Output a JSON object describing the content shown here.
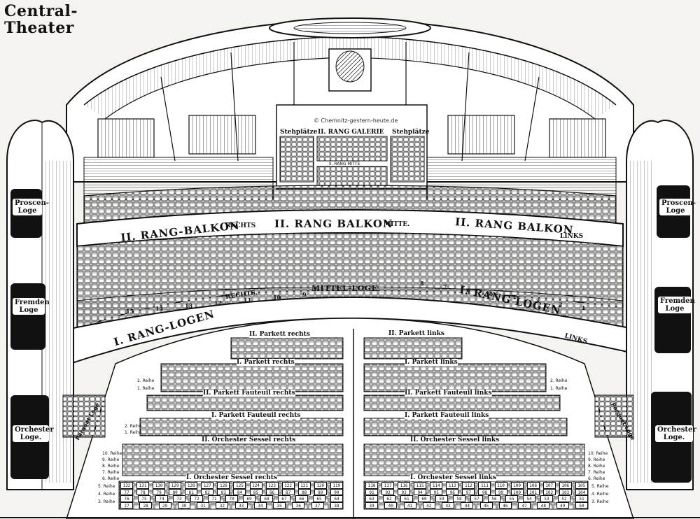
{
  "title": {
    "line1": "Central-",
    "line2": "Theater"
  },
  "copyright": "© Chemnitz-gestern-heute.de",
  "galerie": {
    "left": "Stehplätze",
    "center": "II. RANG GALERIE",
    "right": "Stehplätze",
    "sub": "II. RANG MITTE"
  },
  "balkon": {
    "left": "II. RANG-BALKON",
    "left_side": "RECHTS",
    "center": "II. RANG BALKON",
    "center_side": "MITTE.",
    "right": "II. RANG BALKON",
    "right_side": "LINKS"
  },
  "logen": {
    "left": "I. RANG-LOGEN",
    "left_side": "RECHTS.",
    "center": "MITTEL-LOGE.",
    "right": "I. RANG LOGEN",
    "right_side": "LINKS."
  },
  "side_boxes": {
    "left": [
      "Proscen-Loge",
      "Fremden Loge",
      "Orchester Loge."
    ],
    "right": [
      "Proscen-Loge",
      "Fremden Loge",
      "Orchester Loge."
    ],
    "parquet_left": "Parquet Loge",
    "parquet_right": "Parquet Loge"
  },
  "parkett_sections": {
    "left": [
      "II. Parkett rechts",
      "I. Parkett rechts",
      "II. Parkett Fauteuil rechts",
      "I. Parkett Fauteuil rechts",
      "II. Orchester Sessel rechts",
      "I. Orchester Sessel rechts"
    ],
    "right": [
      "II. Parkett links",
      "I. Parkett links",
      "II. Parkett Fauteuil links",
      "I. Parkett Fauteuil links",
      "II. Orchester Sessel links",
      "I. Orchester Sessel links"
    ]
  },
  "reihe_labels": [
    "4. Reihe",
    "3. Reihe",
    "2. Reihe",
    "1. Reihe",
    "10. Reihe",
    "9. Reihe",
    "8. Reihe",
    "7. Reihe",
    "6. Reihe",
    "5. Reihe"
  ],
  "orchestra_sessel_left_rows": [
    [
      "132",
      "131",
      "130",
      "129",
      "128",
      "127",
      "126",
      "125",
      "124",
      "123",
      "122",
      "121",
      "120",
      "119"
    ],
    [
      "77",
      "78",
      "79",
      "80",
      "81",
      "82",
      "83",
      "84",
      "85",
      "86",
      "87",
      "88",
      "89",
      "90"
    ],
    [
      "76",
      "75",
      "74",
      "73",
      "72",
      "71",
      "70",
      "69",
      "68",
      "67",
      "66",
      "65",
      "64"
    ],
    [
      "27",
      "28",
      "29",
      "30",
      "31",
      "32",
      "33",
      "34",
      "35",
      "36",
      "37",
      "38"
    ]
  ],
  "orchestra_sessel_right_rows": [
    [
      "118",
      "117",
      "116",
      "115",
      "114",
      "113",
      "112",
      "111",
      "110",
      "109",
      "108",
      "107",
      "106",
      "105"
    ],
    [
      "91",
      "92",
      "93",
      "94",
      "95",
      "96",
      "97",
      "98",
      "99",
      "100",
      "101",
      "102",
      "103",
      "104"
    ],
    [
      "63",
      "62",
      "61",
      "60",
      "59",
      "58",
      "57",
      "56",
      "55",
      "54",
      "53",
      "52",
      "51"
    ],
    [
      "39",
      "40",
      "41",
      "42",
      "43",
      "44",
      "45",
      "46",
      "47",
      "48",
      "49",
      "50"
    ]
  ],
  "logen_numbers_left": [
    "15",
    "14",
    "13",
    "12",
    "11",
    "10",
    "9"
  ],
  "logen_numbers_right": [
    "8",
    "7",
    "6",
    "5",
    "4",
    "3",
    "2",
    "1"
  ]
}
